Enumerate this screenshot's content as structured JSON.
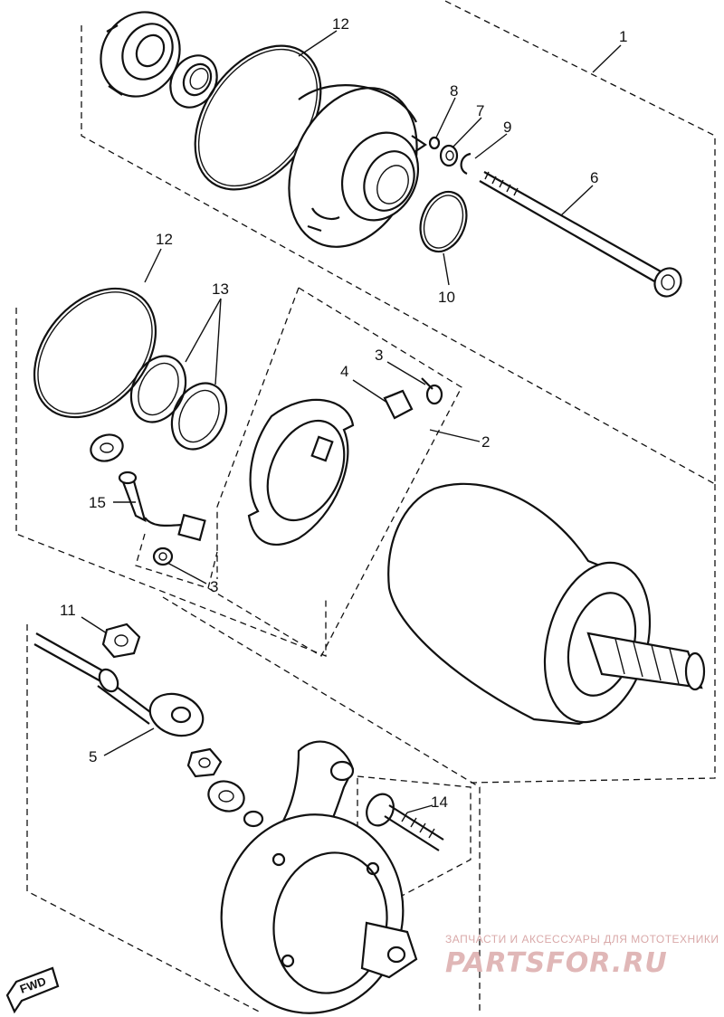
{
  "callouts": {
    "c1": "1",
    "c2": "2",
    "c3a": "3",
    "c3b": "3",
    "c4": "4",
    "c5": "5",
    "c6": "6",
    "c7": "7",
    "c8": "8",
    "c9": "9",
    "c10": "10",
    "c11": "11",
    "c12a": "12",
    "c12b": "12",
    "c13": "13",
    "c14": "14",
    "c15": "15"
  },
  "fwd_label": "FWD",
  "watermark": {
    "line1": "ЗАПЧАСТИ И АКСЕССУАРЫ ДЛЯ МОТОТЕХНИКИ",
    "line2": "PARTSFOR.RU"
  },
  "colors": {
    "ink": "#111111",
    "watermark": "#e0b7b7"
  }
}
